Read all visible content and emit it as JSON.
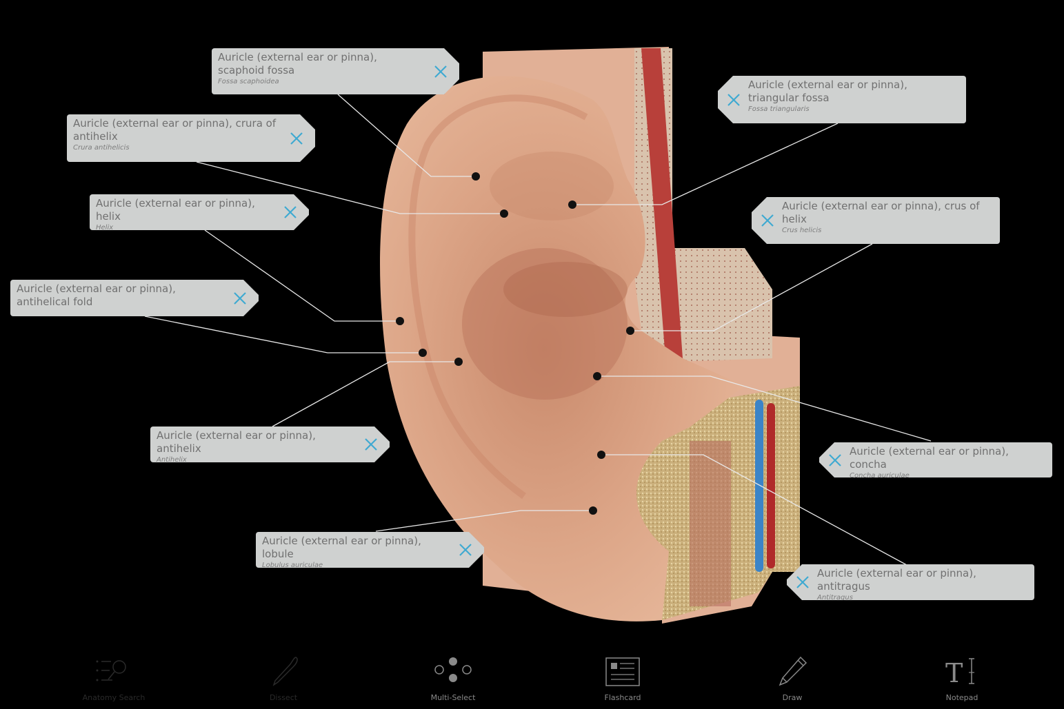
{
  "labels": [
    {
      "title": "Auricle (external ear or pinna), scaphoid fossa",
      "latin": "Fossa scaphoidea"
    },
    {
      "title": "Auricle (external ear or pinna), crura of antihelix",
      "latin": "Crura antihelicis"
    },
    {
      "title": "Auricle (external ear or pinna), helix",
      "latin": "Helix"
    },
    {
      "title": "Auricle (external ear or pinna), antihelical fold",
      "latin": ""
    },
    {
      "title": "Auricle (external ear or pinna), antihelix",
      "latin": "Antihelix"
    },
    {
      "title": "Auricle (external ear or pinna), lobule",
      "latin": "Lobulus auriculae"
    },
    {
      "title": "Auricle (external ear or pinna), triangular fossa",
      "latin": "Fossa triangularis"
    },
    {
      "title": "Auricle (external ear or pinna), crus of helix",
      "latin": "Crus helicis"
    },
    {
      "title": "Auricle (external ear or pinna), concha",
      "latin": "Concha auriculae"
    },
    {
      "title": "Auricle (external ear or pinna), antitragus",
      "latin": "Antitragus"
    }
  ],
  "toolbar": {
    "items": [
      {
        "label": "Anatomy Search",
        "icon": "anatomy-search-icon",
        "state": "disabled"
      },
      {
        "label": "Dissect",
        "icon": "scalpel-icon",
        "state": "disabled"
      },
      {
        "label": "Multi-Select",
        "icon": "multi-select-icon",
        "state": "enabled"
      },
      {
        "label": "Flashcard",
        "icon": "flashcard-icon",
        "state": "enabled"
      },
      {
        "label": "Draw",
        "icon": "pencil-icon",
        "state": "enabled"
      },
      {
        "label": "Notepad",
        "icon": "text-cursor-icon",
        "state": "enabled"
      }
    ]
  },
  "colors": {
    "background": "#000000",
    "label_bg": "#cfd1d0",
    "close_accent": "#3fa9d1",
    "skin": "#d9a184",
    "leader_line": "#e8e8e8"
  }
}
